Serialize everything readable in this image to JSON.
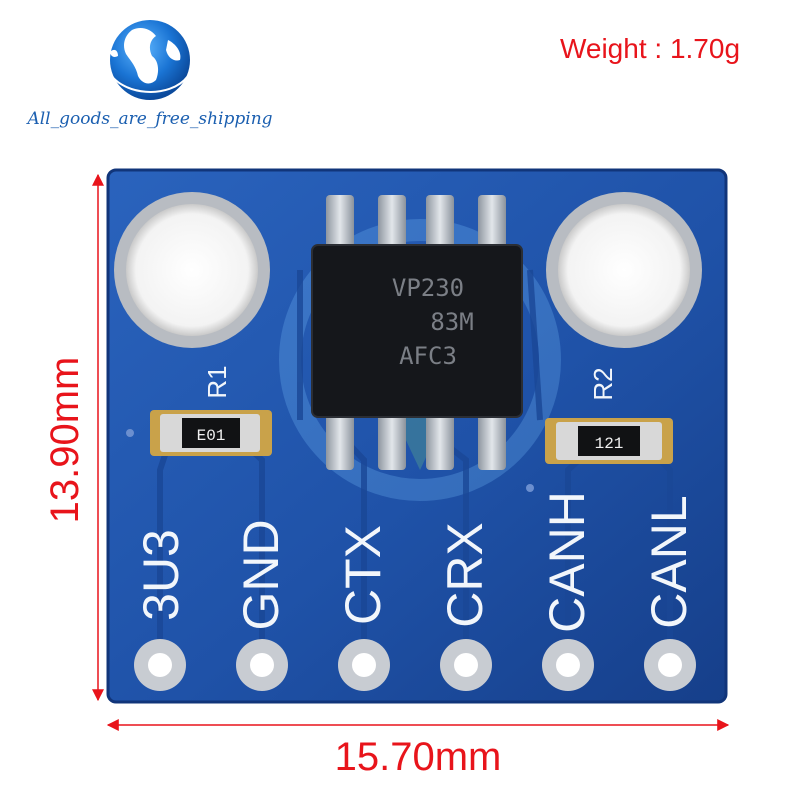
{
  "brand": {
    "tagline": "All_goods_are_free_shipping",
    "logo_icon": "globe-logo-icon"
  },
  "weight_label": "Weight : 1.70g",
  "dimensions": {
    "height": "13.90mm",
    "width": "15.70mm"
  },
  "colors": {
    "pcb": "#1f52a8",
    "dimension": "#e8141b",
    "silkscreen": "#f2f6fb",
    "gold_pad": "#c9a24a"
  },
  "board": {
    "chip_marking": [
      "VP230",
      "83M",
      "AFC3"
    ],
    "resistors": [
      {
        "designator": "R1",
        "code": "E01"
      },
      {
        "designator": "R2",
        "code": "121"
      }
    ],
    "pins": [
      "3U3",
      "GND",
      "CTX",
      "CRX",
      "CANH",
      "CANL"
    ]
  }
}
